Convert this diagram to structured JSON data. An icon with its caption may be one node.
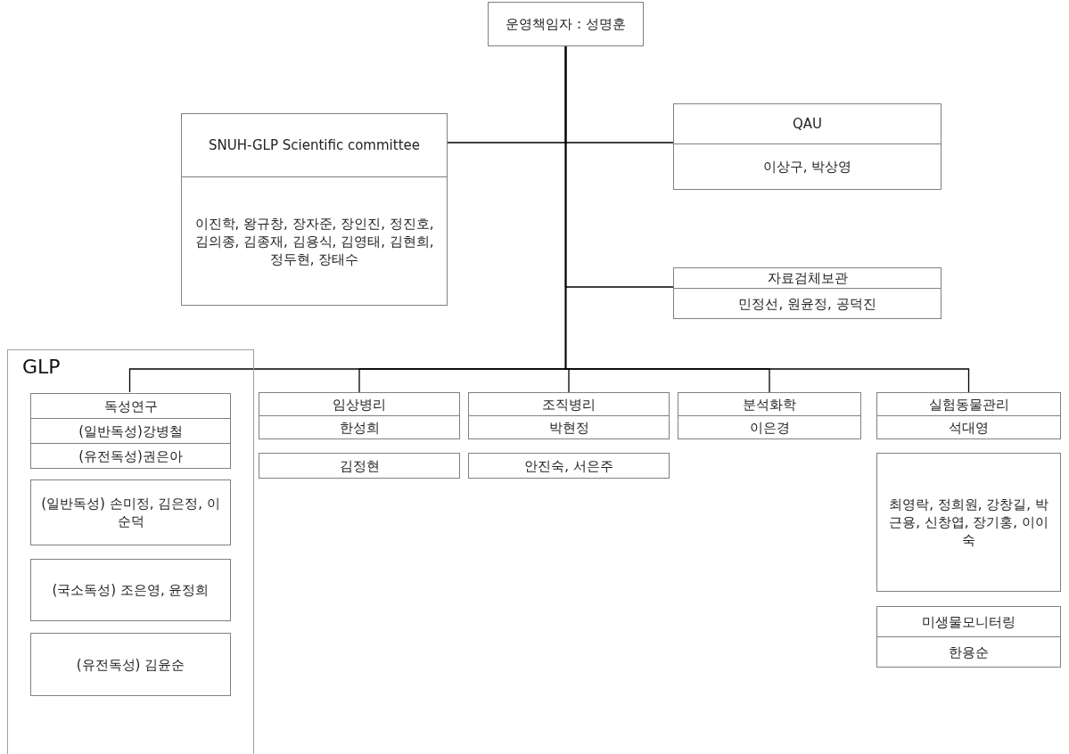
{
  "diagram": {
    "nodes": [
      {
        "text": [
          "운영책임자 : 성명훈"
        ]
      },
      {
        "text": [
          "SNUH-GLP Scientific committee",
          "이진학, 왕규창, 장자준, 장인진, 정진호, 김의종, 김종재, 김용식, 김영태, 김현희, 정두현, 장태수"
        ]
      },
      {
        "text": [
          "QAU",
          "이상구, 박상영"
        ]
      },
      {
        "text": [
          "자료검체보관",
          "민정선, 원윤정, 공덕진"
        ]
      },
      {
        "text": [
          "GLP"
        ]
      },
      {
        "text": [
          "독성연구",
          "(일반독성)강병철",
          "(유전독성)권은아"
        ],
        "in": 4
      },
      {
        "text": [
          "(일반독성) 손미정, 김은정, 이순덕"
        ],
        "in": 4
      },
      {
        "text": [
          "(국소독성) 조은영, 윤정희"
        ],
        "in": 4
      },
      {
        "text": [
          "(유전독성) 김윤순"
        ],
        "in": 4
      },
      {
        "text": [
          "임상병리",
          "한성희"
        ]
      },
      {
        "text": [
          "김정현"
        ]
      },
      {
        "text": [
          "조직병리",
          "박현정"
        ]
      },
      {
        "text": [
          "안진숙, 서은주"
        ]
      },
      {
        "text": [
          "분석화학",
          "이은경"
        ]
      },
      {
        "text": [
          "실험동물관리",
          "석대영"
        ]
      },
      {
        "text": [
          "최영락, 정희원, 강창길, 박근용, 신창엽, 장기홍, 이이숙"
        ]
      },
      {
        "text": [
          "미생물모니터링",
          "한용순"
        ]
      }
    ],
    "edges": [
      {
        "from": 0,
        "to": 1,
        "arrow": "none"
      },
      {
        "from": 0,
        "to": 2,
        "arrow": "none"
      },
      {
        "from": 0,
        "to": 3,
        "arrow": "none"
      },
      {
        "from": 0,
        "to": 5,
        "arrow": "none"
      },
      {
        "from": 0,
        "to": 9,
        "arrow": "none"
      },
      {
        "from": 0,
        "to": 11,
        "arrow": "none"
      },
      {
        "from": 0,
        "to": 13,
        "arrow": "none"
      },
      {
        "from": 0,
        "to": 14,
        "arrow": "none"
      }
    ]
  }
}
